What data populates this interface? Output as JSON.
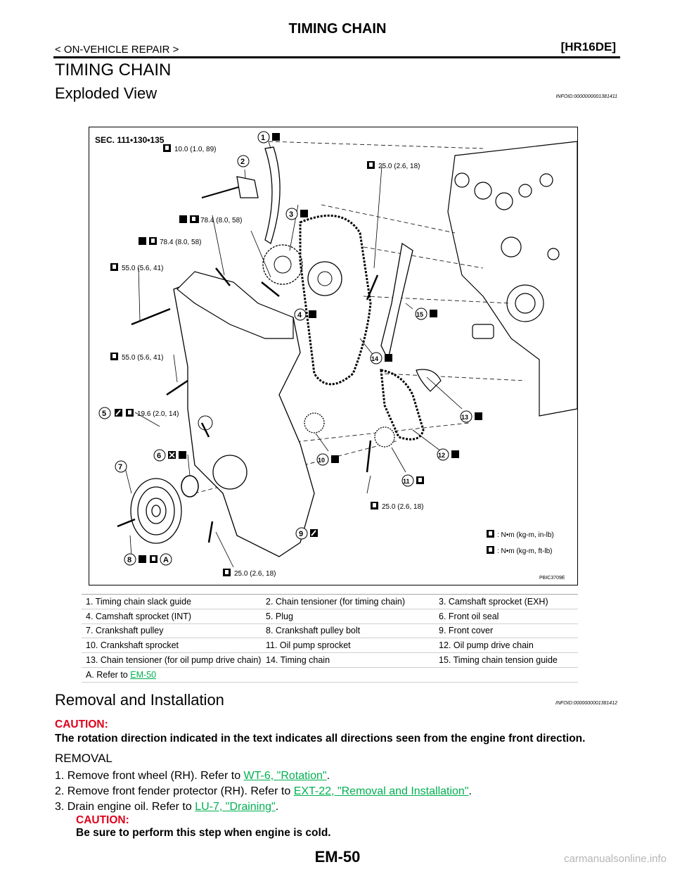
{
  "header": {
    "title": "TIMING CHAIN",
    "section": "< ON-VEHICLE REPAIR >",
    "model": "[HR16DE]"
  },
  "page_heading": "TIMING CHAIN",
  "exploded": {
    "heading": "Exploded View",
    "info_id": "INFOID:0000000001381411"
  },
  "figure": {
    "sec": "SEC. 111•130•135",
    "code": "PBIC3709E",
    "torques": {
      "t1": "10.0 (1.0, 89)",
      "t2": "78.4 (8.0, 58)",
      "t3": "78.4 (8.0, 58)",
      "t4": "55.0 (5.6, 41)",
      "t5": "55.0 (5.6, 41)",
      "t6": "19.6 (2.0, 14)",
      "t7": "25.0 (2.6, 18)",
      "t8": "25.0 (2.6, 18)",
      "t9": "25.0 (2.6, 18)"
    },
    "legend": {
      "inlb": ": N•m (kg-m, in-lb)",
      "ftlb": ": N•m (kg-m, ft-lb)"
    },
    "callouts": [
      "1",
      "2",
      "3",
      "4",
      "5",
      "6",
      "7",
      "8",
      "9",
      "10",
      "11",
      "12",
      "13",
      "14",
      "15",
      "A"
    ]
  },
  "parts": [
    [
      "1.  Timing chain slack guide",
      "2.  Chain tensioner (for timing chain)",
      "3.  Camshaft sprocket (EXH)"
    ],
    [
      "4.  Camshaft sprocket (INT)",
      "5.  Plug",
      "6.  Front oil seal"
    ],
    [
      "7.  Crankshaft pulley",
      "8.  Crankshaft pulley bolt",
      "9.  Front cover"
    ],
    [
      "10.  Crankshaft sprocket",
      "11.  Oil pump sprocket",
      "12.  Oil pump drive chain"
    ],
    [
      "13.  Chain tensioner (for oil pump drive chain)",
      "14.  Timing chain",
      "15.  Timing chain tension guide"
    ]
  ],
  "parts_note": {
    "prefix": "A.   Refer to ",
    "link": "EM-50"
  },
  "removal": {
    "heading": "Removal and Installation",
    "info_id": "INFOID:0000000001381412",
    "caution_label": "CAUTION:",
    "caution_text": "The rotation direction indicated in the text indicates all directions seen from the engine front direction.",
    "subheading": "REMOVAL",
    "steps": [
      {
        "prefix": "1.  Remove front wheel (RH). Refer to ",
        "link": "WT-6, \"Rotation\"",
        "suffix": "."
      },
      {
        "prefix": "2.  Remove front fender protector (RH). Refer to  ",
        "link": "EXT-22, \"Removal and Installation\"",
        "suffix": "."
      },
      {
        "prefix": "3.  Drain engine oil. Refer to ",
        "link": "LU-7, \"Draining\"",
        "suffix": "."
      }
    ],
    "step3_caution_label": "CAUTION:",
    "step3_caution_text": "Be sure to perform this step when engine is cold."
  },
  "footer": {
    "page": "EM-50",
    "watermark": "carmanualsonline.info"
  }
}
